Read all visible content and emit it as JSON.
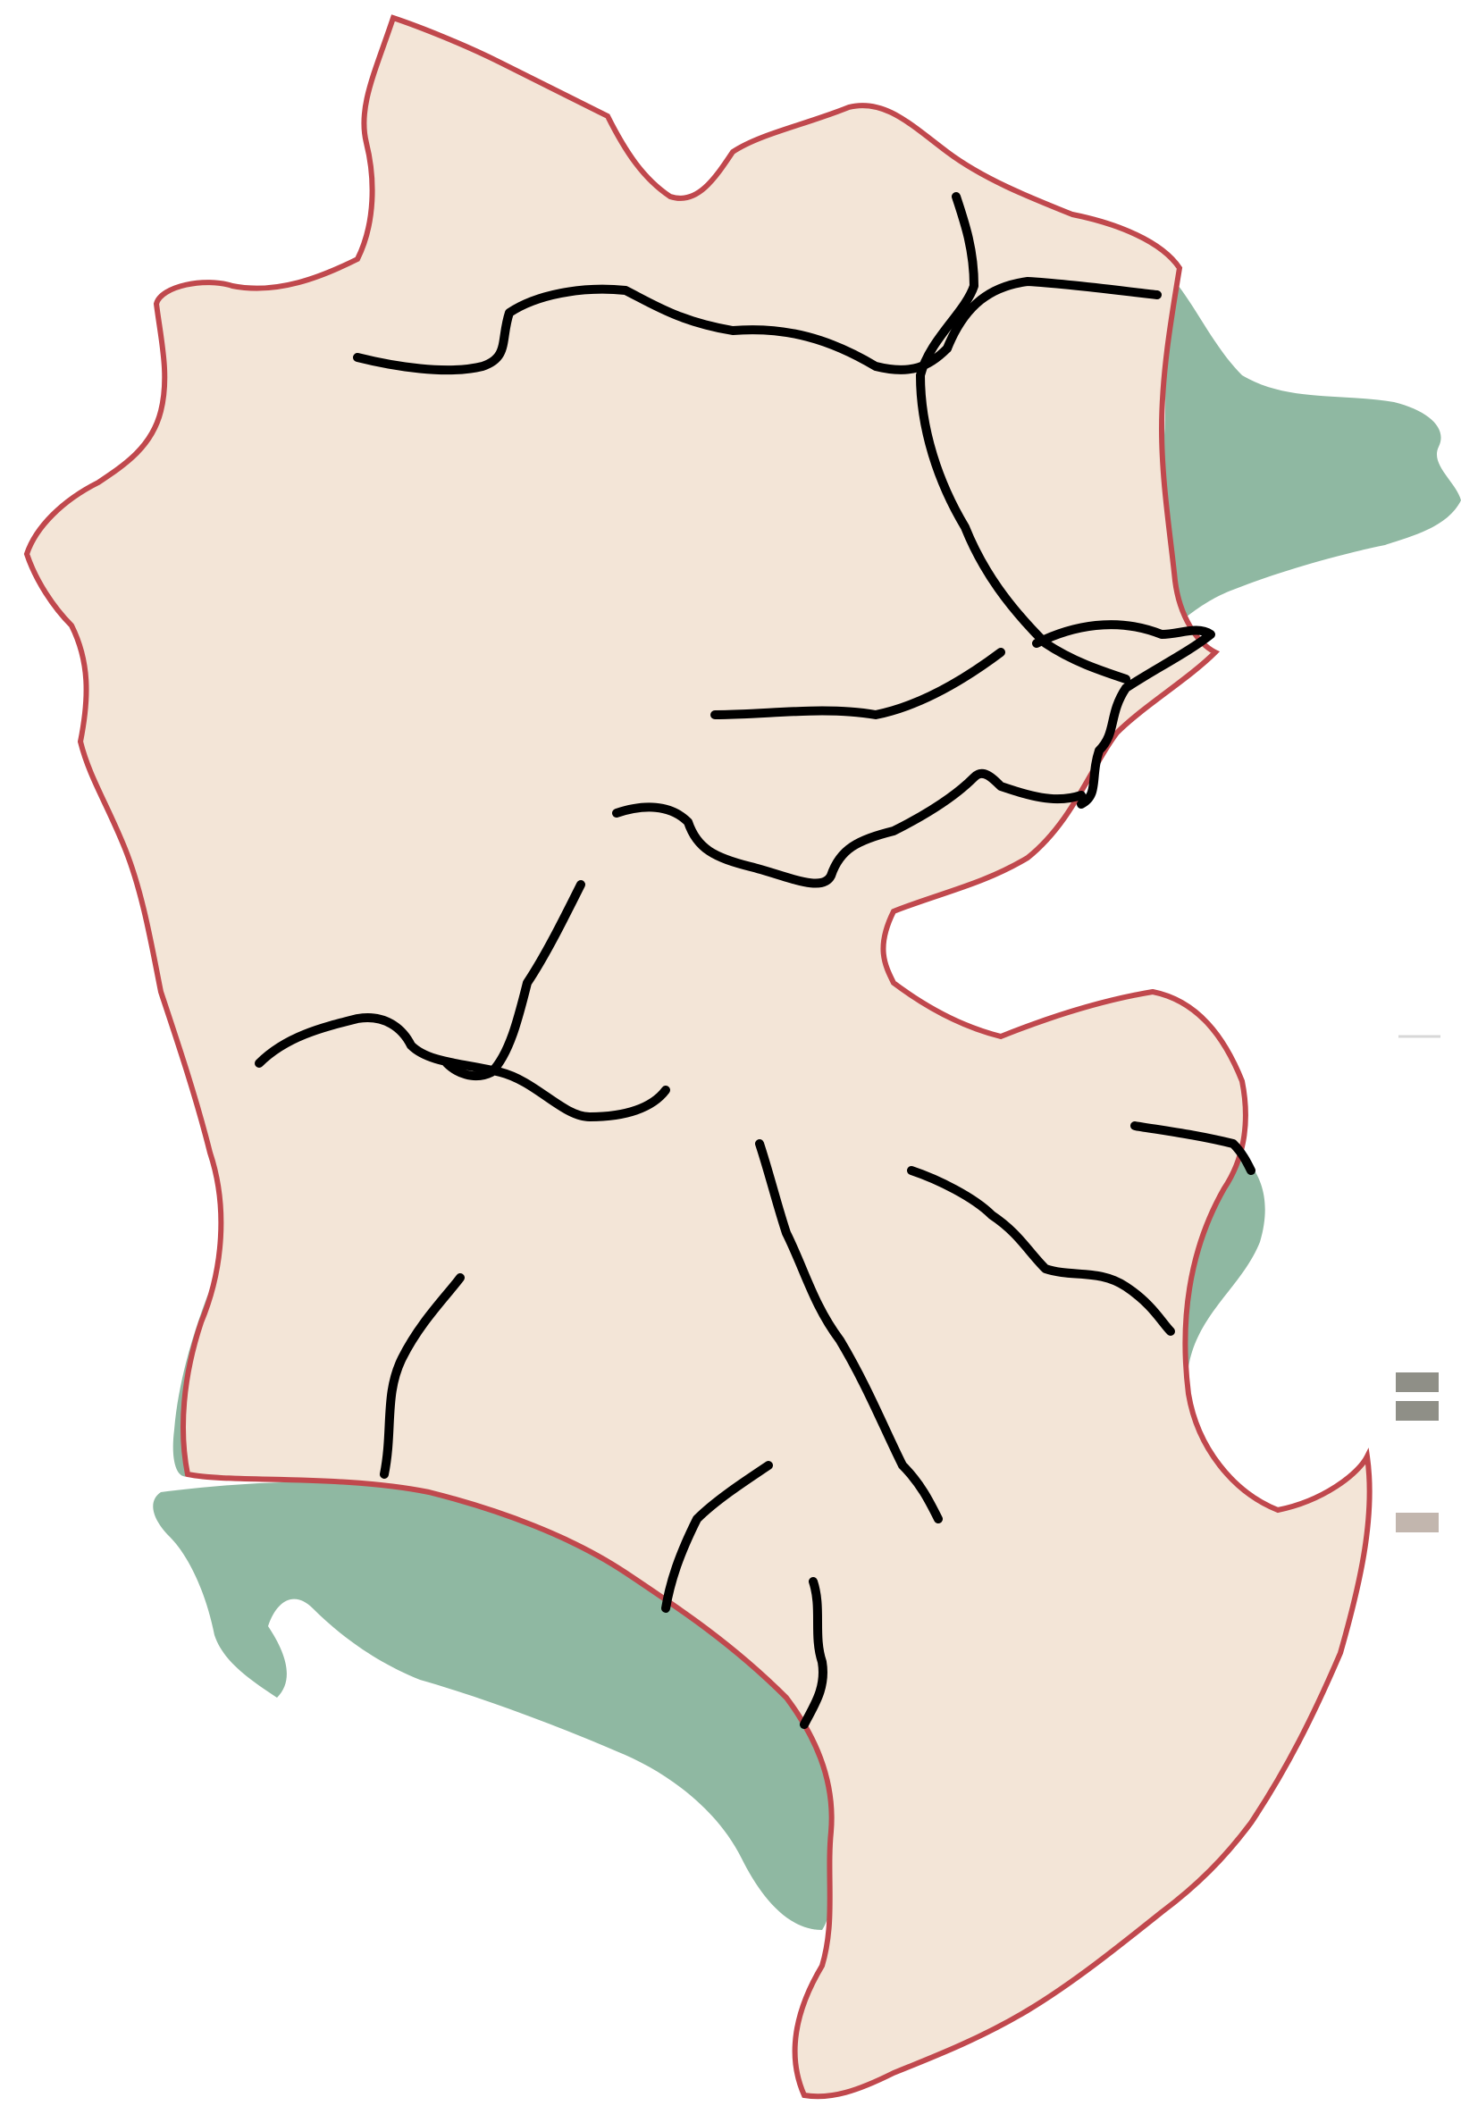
{
  "map": {
    "colors": {
      "background": "#ffffff",
      "water": "#8fb8a2",
      "land_base": "#f3e5d7",
      "boundary": "#c0484d",
      "pink_zone": "#e8b3bd",
      "green_zone": "#6b7a55",
      "urban_dark": "#474b5c",
      "urban_core": "#6b3543",
      "bright_green": "#8fdc6e",
      "tan_zone": "#d8c08a",
      "brown_zone": "#a68475",
      "river": "#4a5fd0",
      "boundary_lines": "#000000"
    },
    "legend": {
      "swatches": [
        {
          "name": "legend-line-light",
          "color": "#d8d8d8"
        },
        {
          "name": "legend-dark-grey-1",
          "color": "#8f8f87"
        },
        {
          "name": "legend-dark-grey-2",
          "color": "#8f8f87"
        },
        {
          "name": "legend-taupe",
          "color": "#c2b6ae"
        }
      ]
    }
  }
}
